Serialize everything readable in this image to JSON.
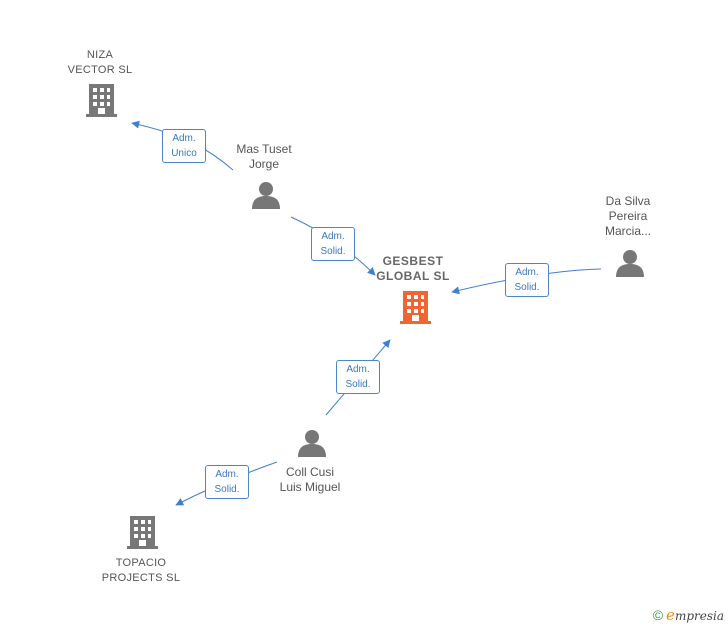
{
  "colors": {
    "edge": "#3f7fd0",
    "badge_border": "#4a86c8",
    "main_company": "#f26430",
    "node_icon": "#777777"
  },
  "nodes": {
    "niza": {
      "lines": [
        "NIZA",
        "VECTOR SL"
      ],
      "icon": "building-icon"
    },
    "mas_tuset": {
      "lines": [
        "Mas Tuset",
        "Jorge"
      ],
      "icon": "person-icon"
    },
    "gesbest": {
      "lines": [
        "GESBEST",
        "GLOBAL  SL"
      ],
      "icon": "building-icon"
    },
    "da_silva": {
      "lines": [
        "Da Silva",
        "Pereira",
        "Marcia..."
      ],
      "icon": "person-icon"
    },
    "coll_cusi": {
      "lines": [
        "Coll Cusi",
        "Luis Miguel"
      ],
      "icon": "person-icon"
    },
    "topacio": {
      "lines": [
        "TOPACIO",
        "PROJECTS  SL"
      ],
      "icon": "building-icon"
    }
  },
  "edges": [
    {
      "from": "mas_tuset",
      "to": "niza",
      "label": [
        "Adm.",
        "Unico"
      ]
    },
    {
      "from": "mas_tuset",
      "to": "gesbest",
      "label": [
        "Adm.",
        "Solid."
      ]
    },
    {
      "from": "da_silva",
      "to": "gesbest",
      "label": [
        "Adm.",
        "Solid."
      ]
    },
    {
      "from": "coll_cusi",
      "to": "gesbest",
      "label": [
        "Adm.",
        "Solid."
      ]
    },
    {
      "from": "coll_cusi",
      "to": "topacio",
      "label": [
        "Adm.",
        "Solid."
      ]
    }
  ],
  "brand": {
    "copyright": "©",
    "initial": "e",
    "rest": "mpresia"
  }
}
